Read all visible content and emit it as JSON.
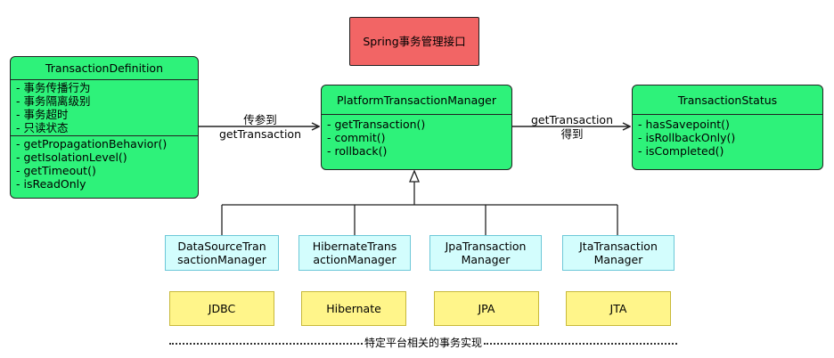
{
  "interface_label": "Spring事务管理接口",
  "definition": {
    "title": "TransactionDefinition",
    "attributes": [
      "- 事务传播行为",
      "- 事务隔离级别",
      "- 事务超时",
      "- 只读状态"
    ],
    "methods": [
      "- getPropagationBehavior()",
      "- getIsolationLevel()",
      "- getTimeout()",
      "- isReadOnly"
    ]
  },
  "manager": {
    "title": "PlatformTransactionManager",
    "methods": [
      "- getTransaction()",
      "- commit()",
      "- rollback()"
    ]
  },
  "status": {
    "title": "TransactionStatus",
    "methods": [
      "- hasSavepoint()",
      "- isRollbackOnly()",
      "- isCompleted()"
    ]
  },
  "edge_left": {
    "line1": "传参到",
    "line2": "getTransaction"
  },
  "edge_right": {
    "line1": "getTransaction",
    "line2": "得到"
  },
  "implementations": [
    {
      "name_line1": "DataSourceTran",
      "name_line2": "sactionManager",
      "tech": "JDBC"
    },
    {
      "name_line1": "HibernateTrans",
      "name_line2": "actionManager",
      "tech": "Hibernate"
    },
    {
      "name_line1": "JpaTransaction",
      "name_line2": "Manager",
      "tech": "JPA"
    },
    {
      "name_line1": "JtaTransaction",
      "name_line2": "Manager",
      "tech": "JTA"
    }
  ],
  "footer": "特定平台相关的事务实现",
  "colors": {
    "interface": "#f26565",
    "class": "#2ef27a",
    "impl": "#d3fdfd",
    "tech": "#fff58a"
  }
}
